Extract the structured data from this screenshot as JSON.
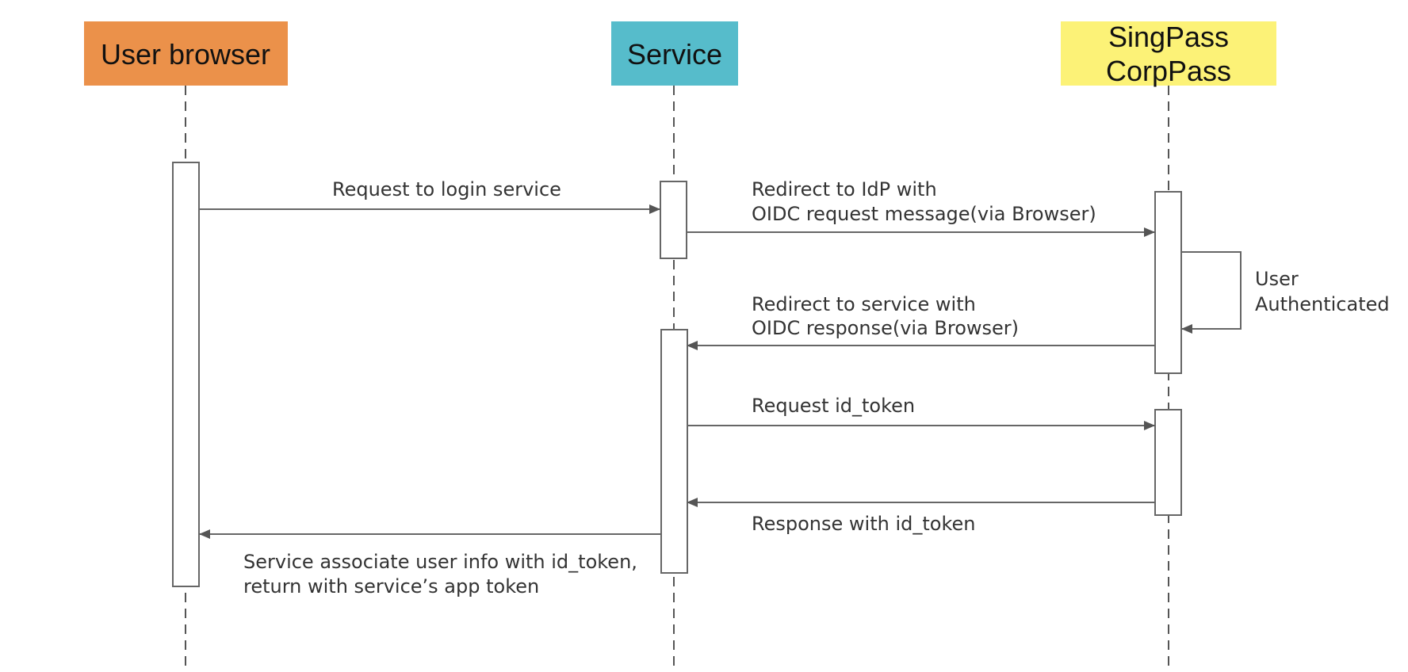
{
  "actors": {
    "browser": {
      "label": "User browser",
      "color": "#EB914A"
    },
    "service": {
      "label": "Service",
      "color": "#56BCCB"
    },
    "idp": {
      "line1": "SingPass",
      "line2": "CorpPass",
      "color": "#FCF277"
    }
  },
  "messages": {
    "m1": {
      "line1": "Request to login service"
    },
    "m2": {
      "line1": "Redirect to IdP with",
      "line2": "OIDC request message(via Browser)"
    },
    "m3": {
      "line1": "User",
      "line2": "Authenticated"
    },
    "m4": {
      "line1": "Redirect to service with",
      "line2": "OIDC response(via Browser)"
    },
    "m5": {
      "line1": "Request id_token"
    },
    "m6": {
      "line1": "Response with id_token"
    },
    "m7": {
      "line1": "Service associate user info with id_token,",
      "line2": "return with service’s app token"
    }
  }
}
